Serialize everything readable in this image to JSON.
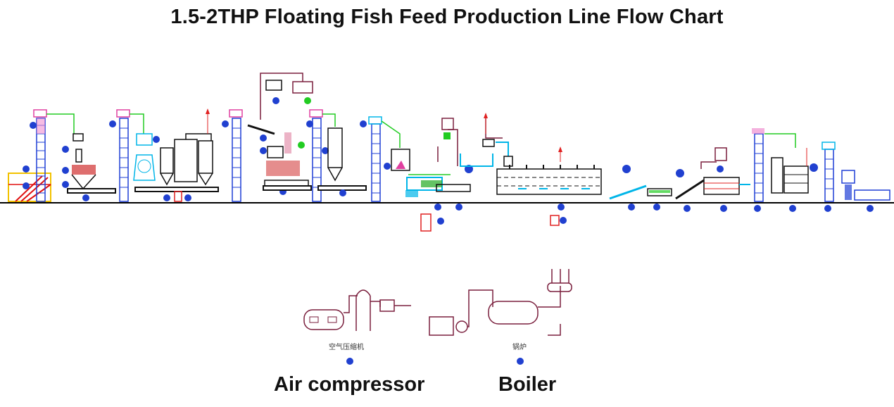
{
  "title": "1.5-2THP Floating Fish Feed Production Line Flow Chart",
  "utilities": [
    {
      "caption_cn": "空气压缩机",
      "caption_en": "Air compressor"
    },
    {
      "caption_cn": "锅炉",
      "caption_en": "Boiler"
    }
  ],
  "colors": {
    "line": "#7a1f3d",
    "elevator": "#1f3fd6",
    "frame": "#00b5e8",
    "feed_path": "#22cc22",
    "alarm": "#e02020",
    "ground": "#000000"
  }
}
